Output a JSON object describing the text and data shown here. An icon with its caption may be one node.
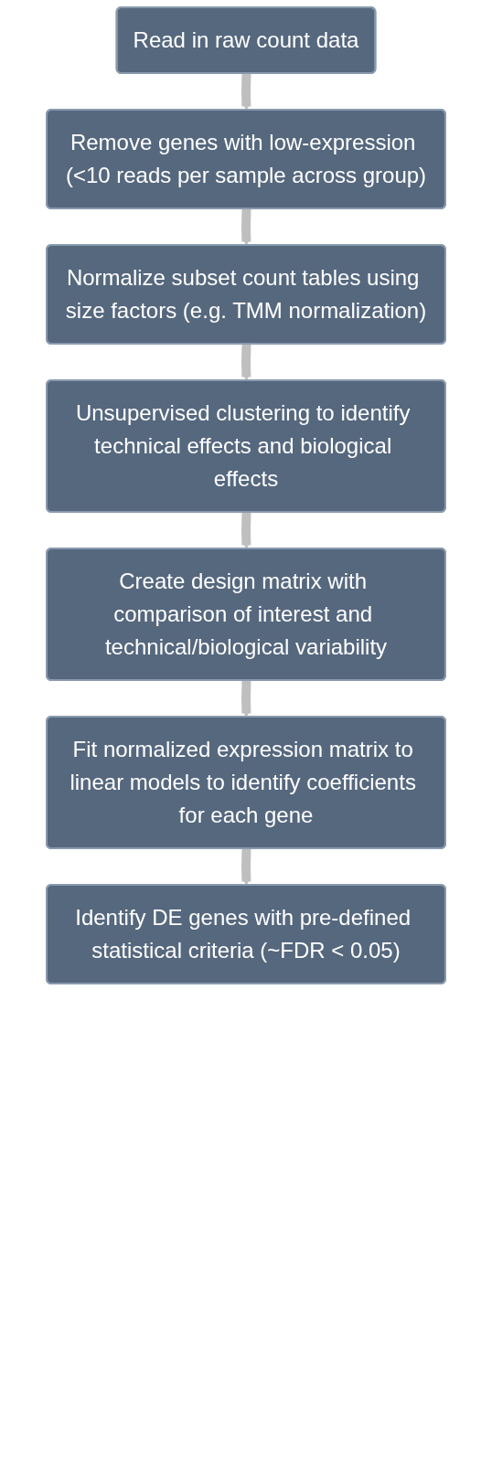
{
  "diagram": {
    "nodes": [
      {
        "text": [
          "Read in raw count data"
        ]
      },
      {
        "text": [
          "Remove genes with low-expression (<10 reads per sample across group)"
        ]
      },
      {
        "text": [
          "Normalize subset count tables using size factors (e.g. TMM normalization)"
        ]
      },
      {
        "text": [
          "Unsupervised clustering to identify technical effects and biological effects"
        ]
      },
      {
        "text": [
          "Create design matrix with comparison of interest and technical/biological variability"
        ]
      },
      {
        "text": [
          "Fit normalized expression matrix to linear models to identify coefficients for each gene"
        ]
      },
      {
        "text": [
          "Identify DE genes with pre-defined statistical criteria (~FDR < 0.05)"
        ]
      }
    ],
    "edges": [
      {
        "from": 0,
        "to": 1,
        "arrow": "to"
      },
      {
        "from": 1,
        "to": 2,
        "arrow": "to"
      },
      {
        "from": 2,
        "to": 3,
        "arrow": "to"
      },
      {
        "from": 3,
        "to": 4,
        "arrow": "to"
      },
      {
        "from": 4,
        "to": 5,
        "arrow": "to"
      },
      {
        "from": 5,
        "to": 6,
        "arrow": "to"
      }
    ]
  }
}
